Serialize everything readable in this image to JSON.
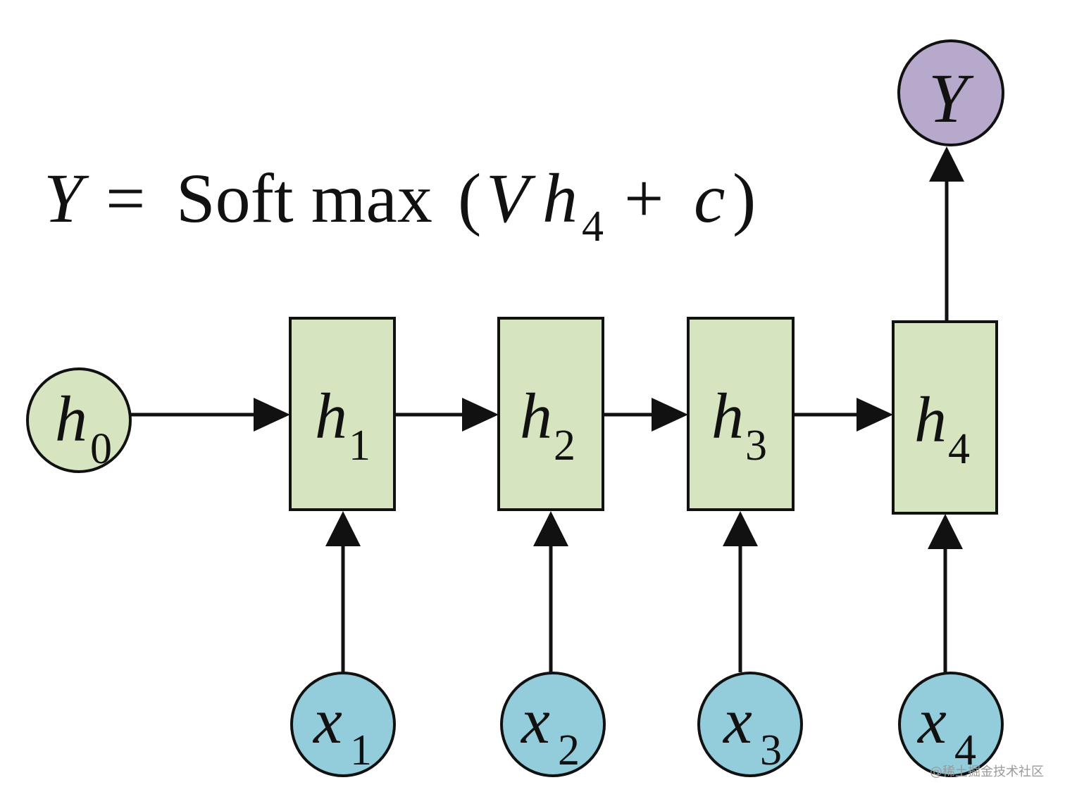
{
  "formula": {
    "lhs": "Y",
    "equals": "=",
    "func": "Soft max",
    "open_paren": "(",
    "v": "V",
    "h": "h",
    "h_sub": "4",
    "plus": "+",
    "c": "c",
    "close_paren": ")"
  },
  "initial_state": {
    "symbol": "h",
    "subscript": "0"
  },
  "hidden_states": [
    {
      "symbol": "h",
      "subscript": "1"
    },
    {
      "symbol": "h",
      "subscript": "2"
    },
    {
      "symbol": "h",
      "subscript": "3"
    },
    {
      "symbol": "h",
      "subscript": "4"
    }
  ],
  "inputs": [
    {
      "symbol": "x",
      "subscript": "1"
    },
    {
      "symbol": "x",
      "subscript": "2"
    },
    {
      "symbol": "x",
      "subscript": "3"
    },
    {
      "symbol": "x",
      "subscript": "4"
    }
  ],
  "output": {
    "symbol": "Y"
  },
  "watermark": "@稀土掘金技术社区",
  "colors": {
    "hidden_fill": "#d6e4c0",
    "input_fill": "#93cddb",
    "output_fill": "#b7a9cc",
    "stroke": "#111111"
  }
}
